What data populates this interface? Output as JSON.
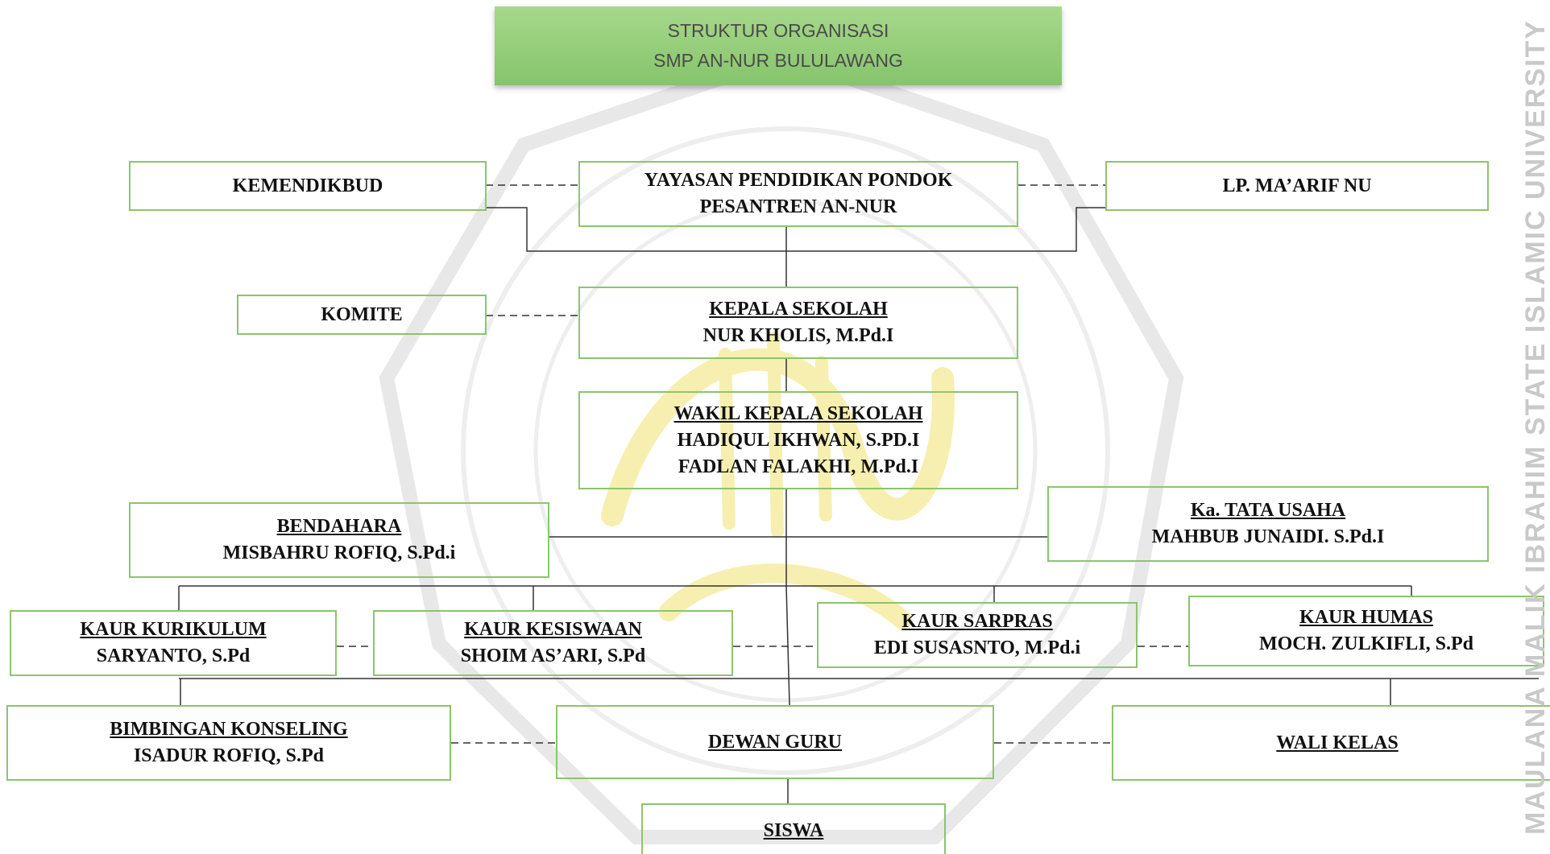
{
  "header": {
    "line1": "STRUKTUR ORGANISASI",
    "line2": "SMP AN-NUR BULULAWANG"
  },
  "nodes": {
    "kemendikbud": "KEMENDIKBUD",
    "yayasan": {
      "line1": "YAYASAN PENDIDIKAN PONDOK",
      "line2": "PESANTREN AN-NUR"
    },
    "lp_maarif": "LP. MA’ARIF NU",
    "komite": "KOMITE",
    "kepala": {
      "title": "KEPALA SEKOLAH",
      "name": "NUR KHOLIS, M.Pd.I"
    },
    "wakil": {
      "title": "WAKIL KEPALA SEKOLAH",
      "name1": "HADIQUL IKHWAN, S.PD.I",
      "name2": "FADLAN FALAKHI, M.Pd.I"
    },
    "bendahara": {
      "title": "BENDAHARA",
      "name": "MISBAHRU ROFIQ, S.Pd.i"
    },
    "tata_usaha": {
      "title": "Ka. TATA USAHA",
      "name": "MAHBUB JUNAIDI. S.Pd.I"
    },
    "kurikulum": {
      "title": "KAUR KURIKULUM",
      "name": "SARYANTO, S.Pd"
    },
    "kesiswaan": {
      "title": "KAUR KESISWAAN",
      "name": "SHOIM AS’ARI, S.Pd"
    },
    "sarpras": {
      "title": "KAUR SARPRAS",
      "name": "EDI SUSASNTO, M.Pd.i"
    },
    "humas": {
      "title": "KAUR HUMAS",
      "name": "MOCH. ZULKIFLI, S.Pd"
    },
    "bk": {
      "title": "BIMBINGAN KONSELING",
      "name": "ISADUR ROFIQ, S.Pd"
    },
    "dewan_guru": "DEWAN GURU",
    "wali_kelas": "WALI KELAS",
    "siswa": "SISWA"
  },
  "watermark": {
    "side_text": "MAULANA MALIK IBRAHIM STATE ISLAMIC UNIVERSITY"
  },
  "colors": {
    "box_border": "#8cc56a",
    "header_fill": "#92cc77",
    "line": "#333333",
    "watermark": "#c9c9c9"
  }
}
